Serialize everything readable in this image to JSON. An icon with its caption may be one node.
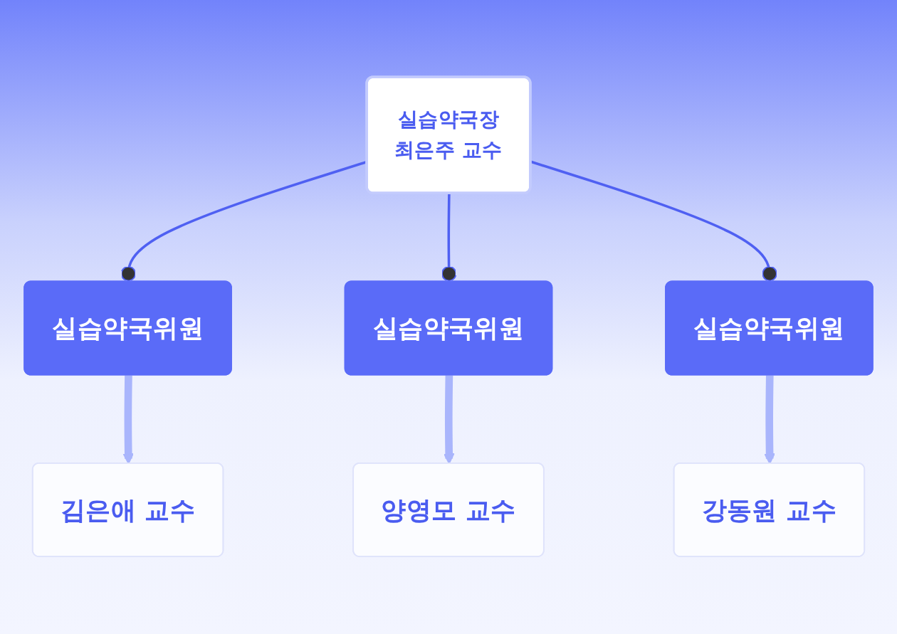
{
  "diagram": {
    "nodes": [
      {
        "text": [
          "실습약국장",
          "최은주 교수"
        ]
      },
      {
        "text": [
          "실습약국위원"
        ]
      },
      {
        "text": [
          "실습약국위원"
        ]
      },
      {
        "text": [
          "실습약국위원"
        ]
      },
      {
        "text": [
          "김은애 교수"
        ]
      },
      {
        "text": [
          "양영모 교수"
        ]
      },
      {
        "text": [
          "강동원 교수"
        ]
      }
    ],
    "edges": [
      {
        "from": 0,
        "to": 1,
        "arrow": "other"
      },
      {
        "from": 0,
        "to": 2,
        "arrow": "other"
      },
      {
        "from": 0,
        "to": 3,
        "arrow": "other"
      },
      {
        "from": 1,
        "to": 4,
        "arrow": "to",
        "style": "thick",
        "color": "#a9b5fc"
      },
      {
        "from": 2,
        "to": 5,
        "arrow": "to",
        "style": "thick",
        "color": "#a9b5fc"
      },
      {
        "from": 3,
        "to": 6,
        "arrow": "to",
        "style": "thick",
        "color": "#a9b5fc"
      }
    ]
  }
}
